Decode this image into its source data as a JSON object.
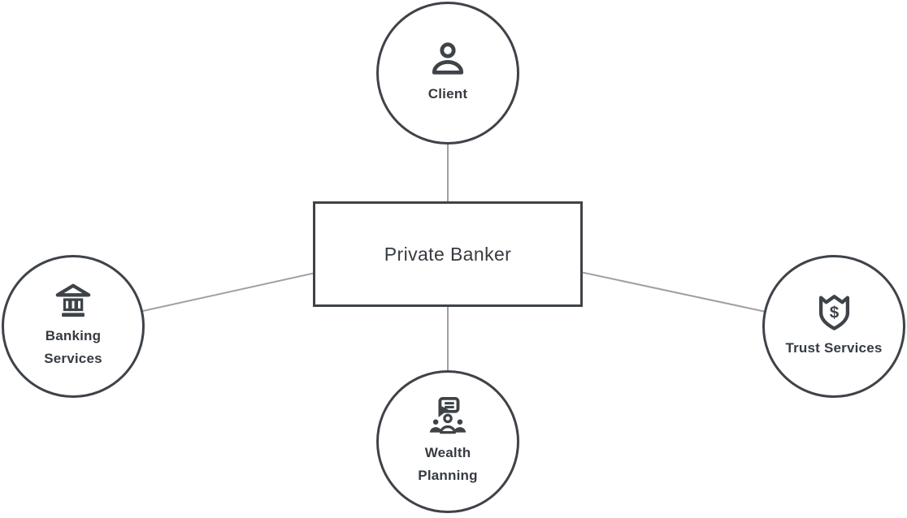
{
  "diagram": {
    "type": "hub-and-spoke",
    "center": {
      "label": "Private Banker"
    },
    "nodes": [
      {
        "id": "client",
        "label": "Client",
        "icon": "person-icon",
        "position": "top"
      },
      {
        "id": "banking-services",
        "label": "Banking Services",
        "icon": "bank-icon",
        "position": "left"
      },
      {
        "id": "trust-services",
        "label": "Trust Services",
        "icon": "shield-dollar-icon",
        "icon_glyph": "$",
        "position": "right"
      },
      {
        "id": "wealth-planning",
        "label": "Wealth Planning",
        "icon": "presentation-people-icon",
        "position": "bottom"
      }
    ],
    "colors": {
      "stroke": "#3e4349",
      "text": "#363b41",
      "connector": "#a0a0a0",
      "background": "#ffffff"
    }
  }
}
